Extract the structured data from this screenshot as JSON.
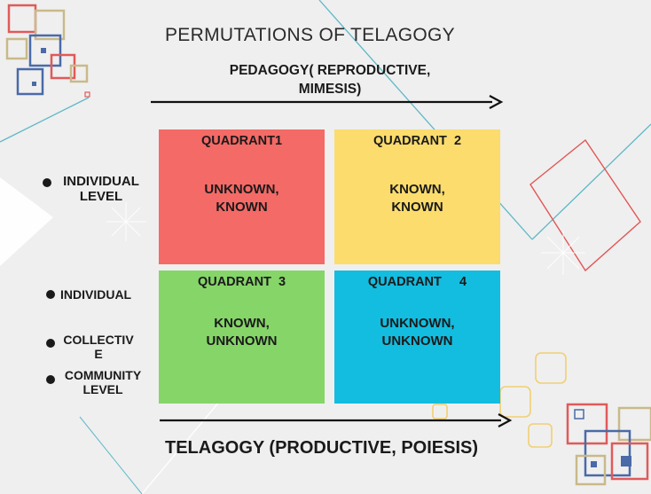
{
  "title": "PERMUTATIONS OF TELAGOGY",
  "top_axis": {
    "line1": "PEDAGOGY( REPRODUCTIVE,",
    "line2": "MIMESIS)"
  },
  "bottom_axis": {
    "label": "TELAGOGY (PRODUCTIVE, POIESIS)"
  },
  "quadrants": [
    {
      "title": "QUADRANT1",
      "line1": "UNKNOWN,",
      "line2": "KNOWN",
      "color": "#f46a66"
    },
    {
      "title": "QUADRANT  2",
      "line1": "KNOWN,",
      "line2": "KNOWN",
      "color": "#fbdc6c"
    },
    {
      "title": "QUADRANT  3",
      "line1": "KNOWN,",
      "line2": "UNKNOWN",
      "color": "#86d568"
    },
    {
      "title": "QUADRANT     4",
      "line1": "UNKNOWN,",
      "line2": "UNKNOWN",
      "color": "#12bde0"
    }
  ],
  "row_labels": {
    "individual_level": {
      "line1": "INDIVIDUAL",
      "line2": "LEVEL"
    },
    "individual": "INDIVIDUAL",
    "collective": {
      "line1": "COLLECTIV",
      "line2": "E"
    },
    "community_level": {
      "line1": "COMMUNITY",
      "line2": "LEVEL"
    }
  }
}
